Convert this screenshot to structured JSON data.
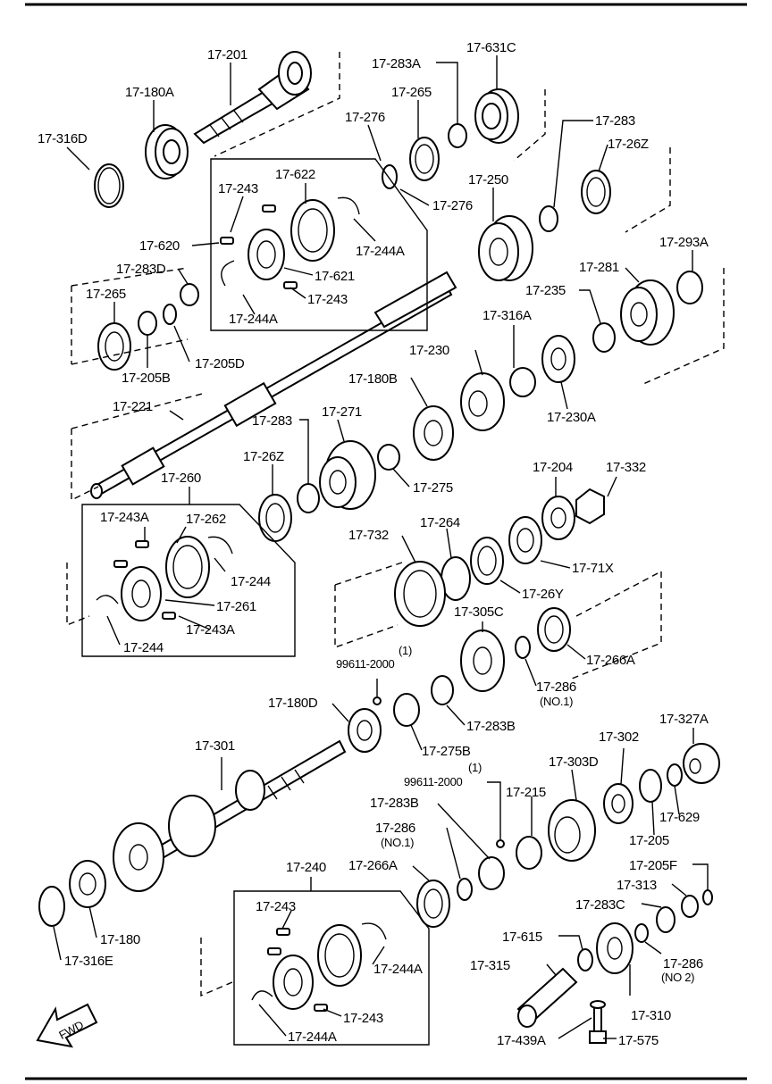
{
  "labels": {
    "l17_201": "17-201",
    "l17_180A": "17-180A",
    "l17_316D": "17-316D",
    "l17_283A": "17-283A",
    "l17_631C": "17-631C",
    "l17_265a": "17-265",
    "l17_276a": "17-276",
    "l17_276b": "17-276",
    "l17_283a": "17-283",
    "l17_26Za": "17-26Z",
    "l17_250": "17-250",
    "l17_243a": "17-243",
    "l17_622": "17-622",
    "l17_244Aa": "17-244A",
    "l17_620": "17-620",
    "l17_621": "17-621",
    "l17_243b": "17-243",
    "l17_244Ab": "17-244A",
    "l17_283D": "17-283D",
    "l17_265b": "17-265",
    "l17_205B": "17-205B",
    "l17_205D": "17-205D",
    "l17_293A": "17-293A",
    "l17_281": "17-281",
    "l17_235": "17-235",
    "l17_316A": "17-316A",
    "l17_230": "17-230",
    "l17_230A": "17-230A",
    "l17_180B": "17-180B",
    "l17_221": "17-221",
    "l17_283b": "17-283",
    "l17_271": "17-271",
    "l17_26Zb": "17-26Z",
    "l17_275": "17-275",
    "l17_260": "17-260",
    "l17_243Aa": "17-243A",
    "l17_262": "17-262",
    "l17_244a": "17-244",
    "l17_261": "17-261",
    "l17_243Ab": "17-243A",
    "l17_244b": "17-244",
    "l17_204": "17-204",
    "l17_332": "17-332",
    "l17_732": "17-732",
    "l17_264": "17-264",
    "l17_71X": "17-71X",
    "l17_26Y": "17-26Y",
    "l17_305C": "17-305C",
    "l17_266Aa": "17-266A",
    "l99611a": "99611-2000",
    "l1a": "(1)",
    "l17_286a": "17-286",
    "lno1a": "(NO.1)",
    "l17_180D": "17-180D",
    "l17_283B_a": "17-283B",
    "l17_275B": "17-275B",
    "l17_301": "17-301",
    "l17_302": "17-302",
    "l17_327A": "17-327A",
    "l17_303D": "17-303D",
    "l99611b": "99611-2000",
    "l1b": "(1)",
    "l17_215": "17-215",
    "l17_283B_b": "17-283B",
    "l17_629": "17-629",
    "l17_205": "17-205",
    "l17_286b": "17-286",
    "lno1b": "(NO.1)",
    "l17_240": "17-240",
    "l17_266Ab": "17-266A",
    "l17_205F": "17-205F",
    "l17_313": "17-313",
    "l17_283C": "17-283C",
    "l17_243c": "17-243",
    "l17_244Ac": "17-244A",
    "l17_180": "17-180",
    "l17_316E": "17-316E",
    "l17_615": "17-615",
    "l17_315": "17-315",
    "l17_286c": "17-286",
    "lno2": "(NO 2)",
    "l17_310": "17-310",
    "l17_243d": "17-243",
    "l17_244Ad": "17-244A",
    "l17_439A": "17-439A",
    "l17_575": "17-575",
    "fwd": "FWD"
  }
}
